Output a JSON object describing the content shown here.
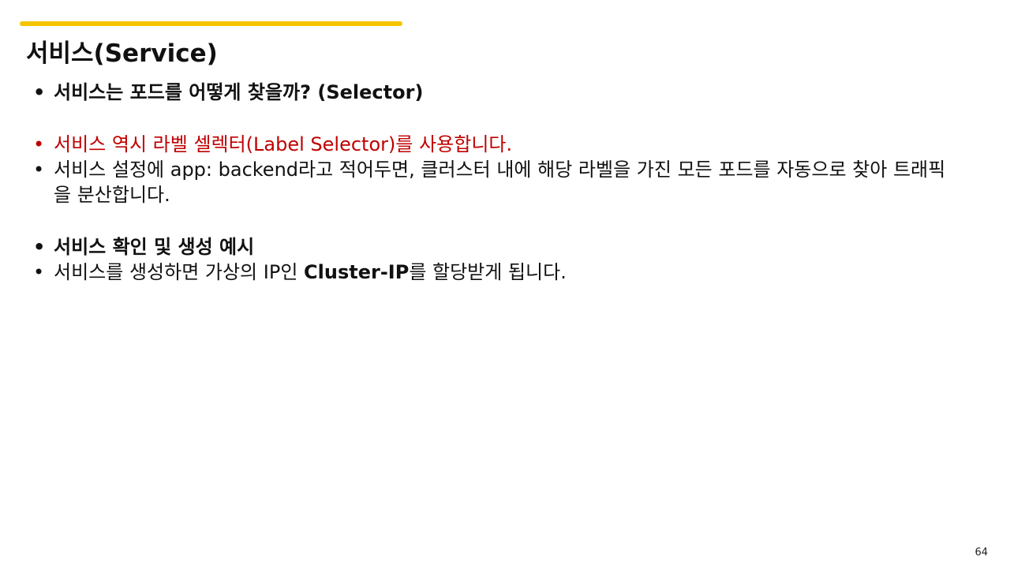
{
  "slide": {
    "title": "서비스(Service)",
    "page_number": "64",
    "accent_color": "#F5C400",
    "highlight_color": "#C00000"
  },
  "bullets": {
    "b1": "서비스는 포드를 어떻게 찾을까? (Selector)",
    "b2": "서비스 역시 라벨 셀렉터(Label Selector)를 사용합니다.",
    "b3": "서비스 설정에 app: backend라고 적어두면, 클러스터 내에 해당 라벨을 가진 모든 포드를 자동으로 찾아 트래픽을 분산합니다.",
    "b4": "서비스 확인 및 생성 예시",
    "b5_pre": "서비스를 생성하면 가상의 IP인 ",
    "b5_bold": "Cluster-IP",
    "b5_post": "를 할당받게 됩니다."
  }
}
